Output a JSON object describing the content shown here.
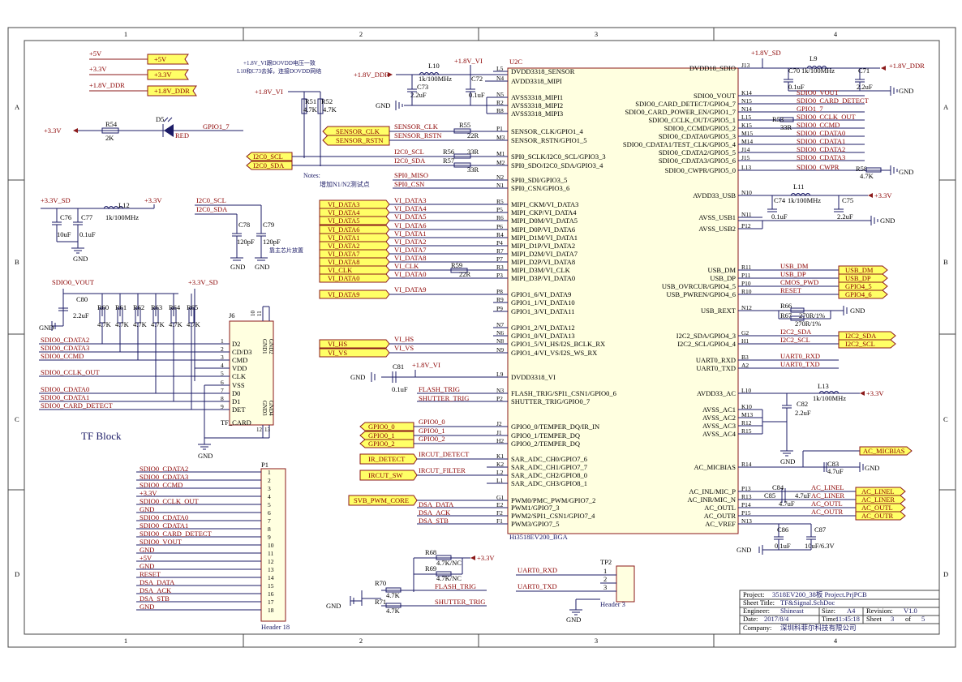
{
  "border": {
    "cols": [
      "1",
      "2",
      "3",
      "4"
    ],
    "rows": [
      "A",
      "B",
      "C",
      "D"
    ]
  },
  "power_flags": {
    "p5v": "+5V",
    "p33v": "+3.3V",
    "p18ddr": "+1.8V_DDR"
  },
  "notes": {
    "top_note_1": "+1.8V_VI跟DOVDD电压一致",
    "top_note_2": "L10和C73去掉，连接DOVDD网络",
    "notes_label": "Notes:",
    "notes_text": "增加N1/N2测试点",
    "near_chip": "靠主芯片放置",
    "tf_block": "TF  Block"
  },
  "chip": {
    "ref": "U2C",
    "part": "Hi3518EV200_BGA",
    "left_pins": [
      {
        "num": "L5",
        "name": "DVDD3318_SENSOR"
      },
      {
        "num": "N4",
        "name": "AVDD3318_MIPI"
      },
      {
        "num": "N5",
        "name": "AVSS3318_MIPI1"
      },
      {
        "num": "R2",
        "name": "AVSS3318_MIPI2"
      },
      {
        "num": "R8",
        "name": "AVSS3318_MIPI3"
      },
      {
        "num": "P1",
        "name": "SENSOR_CLK/GPIO1_4"
      },
      {
        "num": "M3",
        "name": "SENSOR_RSTN/GPIO1_5"
      },
      {
        "num": "M1",
        "name": "SPI0_SCLK/I2C0_SCL/GPIO3_3"
      },
      {
        "num": "M2",
        "name": "SPI0_SDO/I2C0_SDA/GPIO3_4"
      },
      {
        "num": "N2",
        "name": "SPI0_SDI/GPIO3_5"
      },
      {
        "num": "N1",
        "name": "SPI0_CSN/GPIO3_6"
      },
      {
        "num": "R5",
        "name": "MIPI_CKM/VI_DATA3"
      },
      {
        "num": "P5",
        "name": "MIPI_CKP/VI_DATA4"
      },
      {
        "num": "R6",
        "name": "MIPI_D0M/VI_DATA5"
      },
      {
        "num": "P6",
        "name": "MIPI_D0P/VI_DATA6"
      },
      {
        "num": "R4",
        "name": "MIPI_D1M/VI_DATA1"
      },
      {
        "num": "P4",
        "name": "MIPI_D1P/VI_DATA2"
      },
      {
        "num": "R7",
        "name": "MIPI_D2M/VI_DATA7"
      },
      {
        "num": "P7",
        "name": "MIPI_D2P/VI_DATA8"
      },
      {
        "num": "R3",
        "name": "MIPI_D3M/VI_CLK"
      },
      {
        "num": "P3",
        "name": "MIPI_D3P/VI_DATA0"
      },
      {
        "num": "P8",
        "name": "GPIO1_6/VI_DATA9"
      },
      {
        "num": "R9",
        "name": "GPIO1_1/VI_DATA10"
      },
      {
        "num": "P9",
        "name": "GPIO1_3/VI_DATA11"
      },
      {
        "num": "N7",
        "name": "GPIO1_2/VI_DATA12"
      },
      {
        "num": "N6",
        "name": "GPIO1_0/VI_DATA13"
      },
      {
        "num": "N8",
        "name": "GPIO1_5/VI_HS/I2S_BCLK_RX"
      },
      {
        "num": "N9",
        "name": "GPIO1_4/VI_VS/I2S_WS_RX"
      },
      {
        "num": "L9",
        "name": "DVDD3318_VI"
      },
      {
        "num": "N3",
        "name": "FLASH_TRIG/SPI1_CSN1/GPIO0_6"
      },
      {
        "num": "P2",
        "name": "SHUTTER_TRIG/GPIO0_7"
      },
      {
        "num": "J2",
        "name": "GPIO0_0/TEMPER_DQ/IR_IN"
      },
      {
        "num": "J1",
        "name": "GPIO0_1/TEMPER_DQ"
      },
      {
        "num": "H2",
        "name": "GPIO0_2/TEMPER_DQ"
      },
      {
        "num": "K1",
        "name": "SAR_ADC_CH0/GPIO7_6"
      },
      {
        "num": "K2",
        "name": "SAR_ADC_CH1/GPIO7_7"
      },
      {
        "num": "L2",
        "name": "SAR_ADC_CH2/GPIO8_0"
      },
      {
        "num": "L1",
        "name": "SAR_ADC_CH3/GPIO8_1"
      },
      {
        "num": "G1",
        "name": "PWM0/PMC_PWM/GPIO7_2"
      },
      {
        "num": "E2",
        "name": "PWM1/GPIO7_3"
      },
      {
        "num": "F2",
        "name": "PWM2/SPI1_CSN1/GPIO7_4"
      },
      {
        "num": "F1",
        "name": "PWM3/GPIO7_5"
      }
    ],
    "right_pins": [
      {
        "num": "J13",
        "name": "DVDD18_SDIO"
      },
      {
        "num": "K14",
        "name": "SDIO0_VOUT"
      },
      {
        "num": "N15",
        "name": "SDIO0_CARD_DETECT/GPIO4_7"
      },
      {
        "num": "N14",
        "name": "SDIO0_CARD_POWER_EN/GPIO1_7"
      },
      {
        "num": "L15",
        "name": "SDIO0_CCLK_OUT/GPIO5_1"
      },
      {
        "num": "K15",
        "name": "SDIO0_CCMD/GPIO5_2"
      },
      {
        "num": "M15",
        "name": "SDIO0_CDATA0/GPIO5_3"
      },
      {
        "num": "M14",
        "name": "SDIO0_CDATA1/TEST_CLK/GPIO5_4"
      },
      {
        "num": "J14",
        "name": "SDIO0_CDATA2/GPIO5_5"
      },
      {
        "num": "J15",
        "name": "SDIO0_CDATA3/GPIO5_6"
      },
      {
        "num": "L13",
        "name": "SDIO0_CWPR/GPIO5_0"
      },
      {
        "num": "N10",
        "name": "AVDD33_USB"
      },
      {
        "num": "N11",
        "name": "AVSS_USB1"
      },
      {
        "num": "P12",
        "name": "AVSS_USB2"
      },
      {
        "num": "R11",
        "name": "USB_DM"
      },
      {
        "num": "P11",
        "name": "USB_DP"
      },
      {
        "num": "P10",
        "name": "USB_OVRCUR/GPIO4_5"
      },
      {
        "num": "R10",
        "name": "USB_PWREN/GPIO4_6"
      },
      {
        "num": "N12",
        "name": "USB_REXT"
      },
      {
        "num": "G2",
        "name": "I2C2_SDA/GPIO4_3"
      },
      {
        "num": "H1",
        "name": "I2C2_SCL/GPIO4_4"
      },
      {
        "num": "B3",
        "name": "UART0_RXD"
      },
      {
        "num": "A2",
        "name": "UART0_TXD"
      },
      {
        "num": "L10",
        "name": "AVDD33_AC"
      },
      {
        "num": "K10",
        "name": "AVSS_AC1"
      },
      {
        "num": "M13",
        "name": "AVSS_AC2"
      },
      {
        "num": "R12",
        "name": "AVSS_AC3"
      },
      {
        "num": "R15",
        "name": "AVSS_AC4"
      },
      {
        "num": "R14",
        "name": "AC_MICBIAS"
      },
      {
        "num": "P13",
        "name": "AC_INL/MIC_P"
      },
      {
        "num": "R13",
        "name": "AC_INR/MIC_N"
      },
      {
        "num": "P14",
        "name": "AC_OUTL"
      },
      {
        "num": "P15",
        "name": "AC_OUTR"
      },
      {
        "num": "N13",
        "name": "AC_VREF"
      }
    ]
  },
  "left_nets": {
    "sensor_clk": "SENSOR_CLK",
    "sensor_rstn": "SENSOR_RSTN",
    "i2c0_scl": "I2C0_SCL",
    "i2c0_sda": "I2C0_SDA",
    "spi0_miso": "SPI0_MISO",
    "spi0_csn": "SPI0_CSN",
    "vi_data": [
      "VI_DATA3",
      "VI_DATA4",
      "VI_DATA5",
      "VI_DATA6",
      "VI_DATA1",
      "VI_DATA2",
      "VI_DATA7",
      "VI_DATA8",
      "VI_CLK",
      "VI_DATA0"
    ],
    "vi_data9": "VI_DATA9",
    "vi_hs": "VI_HS",
    "vi_vs": "VI_VS",
    "flash_trig": "FLASH_TRIG",
    "shutter_trig": "SHUTTER_TRIG",
    "gpio0": [
      "GPIO0_0",
      "GPIO0_1",
      "GPIO0_2"
    ],
    "ircut_detect": "IRCUT_DETECT",
    "ir_detect": "IR_DETECT",
    "ircut_filter": "IRCUT_FILTER",
    "ircut_sw": "IRCUT_SW",
    "svb_pwm_core": "SVB_PWM_CORE",
    "dsa_data": "DSA_DATA",
    "dsa_ack": "DSA_ACK",
    "dsa_stb": "DSA_STB"
  },
  "right_nets": {
    "p18sd": "+1.8V_SD",
    "p18ddr": "+1.8V_DDR",
    "gnd": "GND",
    "sdio": [
      "SDIO0_VOUT",
      "SDIO0_CARD_DETECT",
      "GPIO1_7",
      "SDIO0_CCLK_OUT",
      "SDIO0_CCMD",
      "SDIO0_CDATA0",
      "SDIO0_CDATA1",
      "SDIO0_CDATA2",
      "SDIO0_CDATA3",
      "SDIO0_CWPR"
    ],
    "p33v": "+3.3V",
    "usb_dm": "USB_DM",
    "usb_dp": "USB_DP",
    "cmos_pwd": "CMOS_PWD",
    "reset": "RESET",
    "gpio4_5": "GPIO4_5",
    "gpio4_6": "GPIO4_6",
    "i2c2_sda": "I2C2_SDA",
    "i2c2_scl": "I2C2_SCL",
    "uart0_rxd": "UART0_RXD",
    "uart0_txd": "UART0_TXD",
    "ac_micbias": "AC_MICBIAS",
    "ac_linel": "AC_LINEL",
    "ac_liner": "AC_LINER",
    "ac_outl": "AC_OUTL",
    "ac_outr": "AC_OUTR"
  },
  "components": {
    "L10": "L10",
    "L10v": "1k/100MHz",
    "C73": "C73",
    "C73v": "2.2uF",
    "C72": "C72",
    "C72v": "0.1uF",
    "p18vi": "+1.8V_VI",
    "R51": "R51",
    "R52": "R52",
    "r47k": "4.7K",
    "R55": "R55",
    "R55v": "22R",
    "R56": "R56",
    "R57": "R57",
    "r33": "33R",
    "R59": "R59",
    "R59v": "22R",
    "C81": "C81",
    "C81v": "0.1uF",
    "L9": "L9",
    "L9v": "1k/100MHz",
    "C70": "C70",
    "C70v": "0.1uF",
    "C71": "C71",
    "C71v": "2.2uF",
    "R53": "R53",
    "R53v": "33R",
    "R58": "R58",
    "R58v": "4.7K",
    "L11": "L11",
    "L11v": "1k/100MHz",
    "C74": "C74",
    "C74v": "0.1uF",
    "C75": "C75",
    "C75v": "2.2uF",
    "R66": "R66",
    "R67": "R67",
    "R66v": "270R/1%",
    "L13": "L13",
    "L13v": "1k/100MHz",
    "C82": "C82",
    "C82v": "2.2uF",
    "C83": "C83",
    "C83v": "4.7uF",
    "C84": "C84",
    "C85": "C85",
    "C84v": "4.7uF",
    "C86": "C86",
    "C86v": "0.1uF",
    "C87": "C87",
    "C87v": "10uF/6.3V",
    "R54": "R54",
    "R54v": "2K",
    "D5": "D5",
    "D5v": "RED",
    "L12": "L12",
    "L12v": "1k/100MHz",
    "C76": "C76",
    "C76v": "10uF",
    "C77": "C77",
    "C77v": "0.1uF",
    "C78": "C78",
    "C79": "C79",
    "c120p": "120pF",
    "C80": "C80",
    "C80v": "2.2uF",
    "R60": "R60",
    "R61": "R61",
    "R62": "R62",
    "R63": "R63",
    "R64": "R64",
    "R65": "R65",
    "J6": "J6",
    "J6v": "TF_CARD",
    "R68": "R68",
    "R69": "R69",
    "r47knc": "4.7K/NC",
    "R70": "R70",
    "R71": "R71",
    "P1": "P1",
    "P1v": "Header 18",
    "TP2": "TP2",
    "TP2v": "Header 3"
  },
  "tf_pins": {
    "left": [
      {
        "num": "1",
        "name": "D2"
      },
      {
        "num": "2",
        "name": "CD/D3"
      },
      {
        "num": "3",
        "name": "CMD"
      },
      {
        "num": "4",
        "name": "VDD"
      },
      {
        "num": "5",
        "name": "CLK"
      },
      {
        "num": "6",
        "name": "VSS"
      },
      {
        "num": "7",
        "name": "D0"
      },
      {
        "num": "8",
        "name": "D1"
      },
      {
        "num": "9",
        "name": "DET"
      }
    ],
    "top": [
      "10",
      "11"
    ],
    "bottom": [
      "12",
      "13"
    ],
    "gnd1": "GND1",
    "gnd2": "GND2",
    "gnd3": "GND3",
    "gnd4": "GND4"
  },
  "tf_nets": [
    "SDIO0_CDATA2",
    "SDIO0_CDATA3",
    "SDIO0_CCMD",
    "SDIO0_CCLK_OUT",
    "SDIO0_CDATA0",
    "SDIO0_CDATA1",
    "SDIO0_CARD_DETECT"
  ],
  "header18": [
    "SDIO0_CDATA2",
    "SDIO0_CDATA3",
    "SDIO0_CCMD",
    "+3.3V",
    "SDIO0_CCLK_OUT",
    "GND",
    "SDIO0_CDATA0",
    "SDIO0_CDATA1",
    "SDIO0_CARD_DETECT",
    "SDIO0_VOUT",
    "GND",
    "+5V",
    "GND",
    "RESET",
    "DSA_DATA",
    "DSA_ACK",
    "DSA_STB",
    "GND"
  ],
  "misc_nets": {
    "gpio1_7": "GPIO1_7",
    "p33v": "+3.3V",
    "p33sd": "+3.3V_SD",
    "sdio0_vout": "SDIO0_VOUT",
    "i2c0_scl": "I2C0_SCL",
    "i2c0_sda": "I2C0_SDA",
    "flash_trig": "FLASH_TRIG",
    "shutter_trig": "SHUTTER_TRIG",
    "uart0_rxd": "UART0_RXD",
    "uart0_txd": "UART0_TXD"
  },
  "title_block": {
    "project_label": "Project:",
    "project": "3518EV200_38板 Project.PrjPCB",
    "sheet_title_label": "Sheet Title:",
    "sheet_title": "TF&Signal.SchDoc",
    "engineer_label": "Engineer:",
    "engineer": "Shineast",
    "size_label": "Size:",
    "size": "A4",
    "revision_label": "Revision:",
    "revision": "V1.0",
    "date_label": "Date:",
    "date": "2017/8/4",
    "time_label": "Time:",
    "time": "11:45:18",
    "sheet_label": "Sheet",
    "sheet": "3",
    "of_label": "of",
    "of": "5",
    "company_label": "Company:",
    "company": "深圳科菲尔科技有限公司"
  }
}
